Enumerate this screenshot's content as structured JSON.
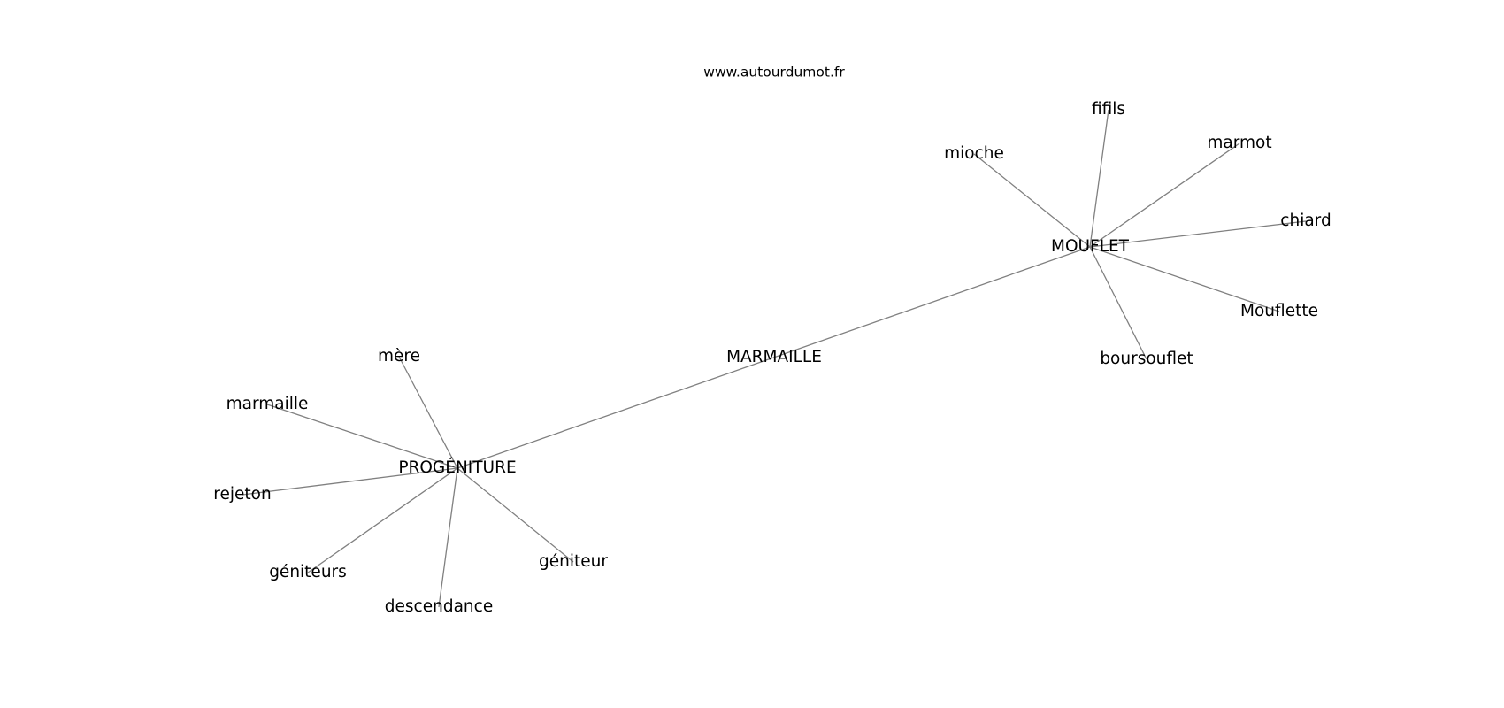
{
  "header": {
    "site": "www.autourdumot.fr"
  },
  "graph": {
    "nodes": [
      {
        "id": "marmaille_center",
        "label": "MARMAILLE"
      },
      {
        "id": "progeniture",
        "label": "PROGÉNITURE"
      },
      {
        "id": "mouflet",
        "label": "MOUFLET"
      },
      {
        "id": "mere",
        "label": "mère"
      },
      {
        "id": "marmaille",
        "label": "marmaille"
      },
      {
        "id": "rejeton",
        "label": "rejeton"
      },
      {
        "id": "geniteurs",
        "label": "géniteurs"
      },
      {
        "id": "descendance",
        "label": "descendance"
      },
      {
        "id": "geniteur",
        "label": "géniteur"
      },
      {
        "id": "mioche",
        "label": "mioche"
      },
      {
        "id": "fifils",
        "label": "fifils"
      },
      {
        "id": "marmot",
        "label": "marmot"
      },
      {
        "id": "chiard",
        "label": "chiard"
      },
      {
        "id": "mouflette",
        "label": "Mouflette"
      },
      {
        "id": "boursouflet",
        "label": "boursouflet"
      }
    ],
    "edges": [
      [
        "progeniture",
        "mouflet"
      ],
      [
        "progeniture",
        "mere"
      ],
      [
        "progeniture",
        "marmaille"
      ],
      [
        "progeniture",
        "rejeton"
      ],
      [
        "progeniture",
        "geniteurs"
      ],
      [
        "progeniture",
        "descendance"
      ],
      [
        "progeniture",
        "geniteur"
      ],
      [
        "mouflet",
        "mioche"
      ],
      [
        "mouflet",
        "fifils"
      ],
      [
        "mouflet",
        "marmot"
      ],
      [
        "mouflet",
        "chiard"
      ],
      [
        "mouflet",
        "mouflette"
      ],
      [
        "mouflet",
        "boursouflet"
      ]
    ]
  }
}
